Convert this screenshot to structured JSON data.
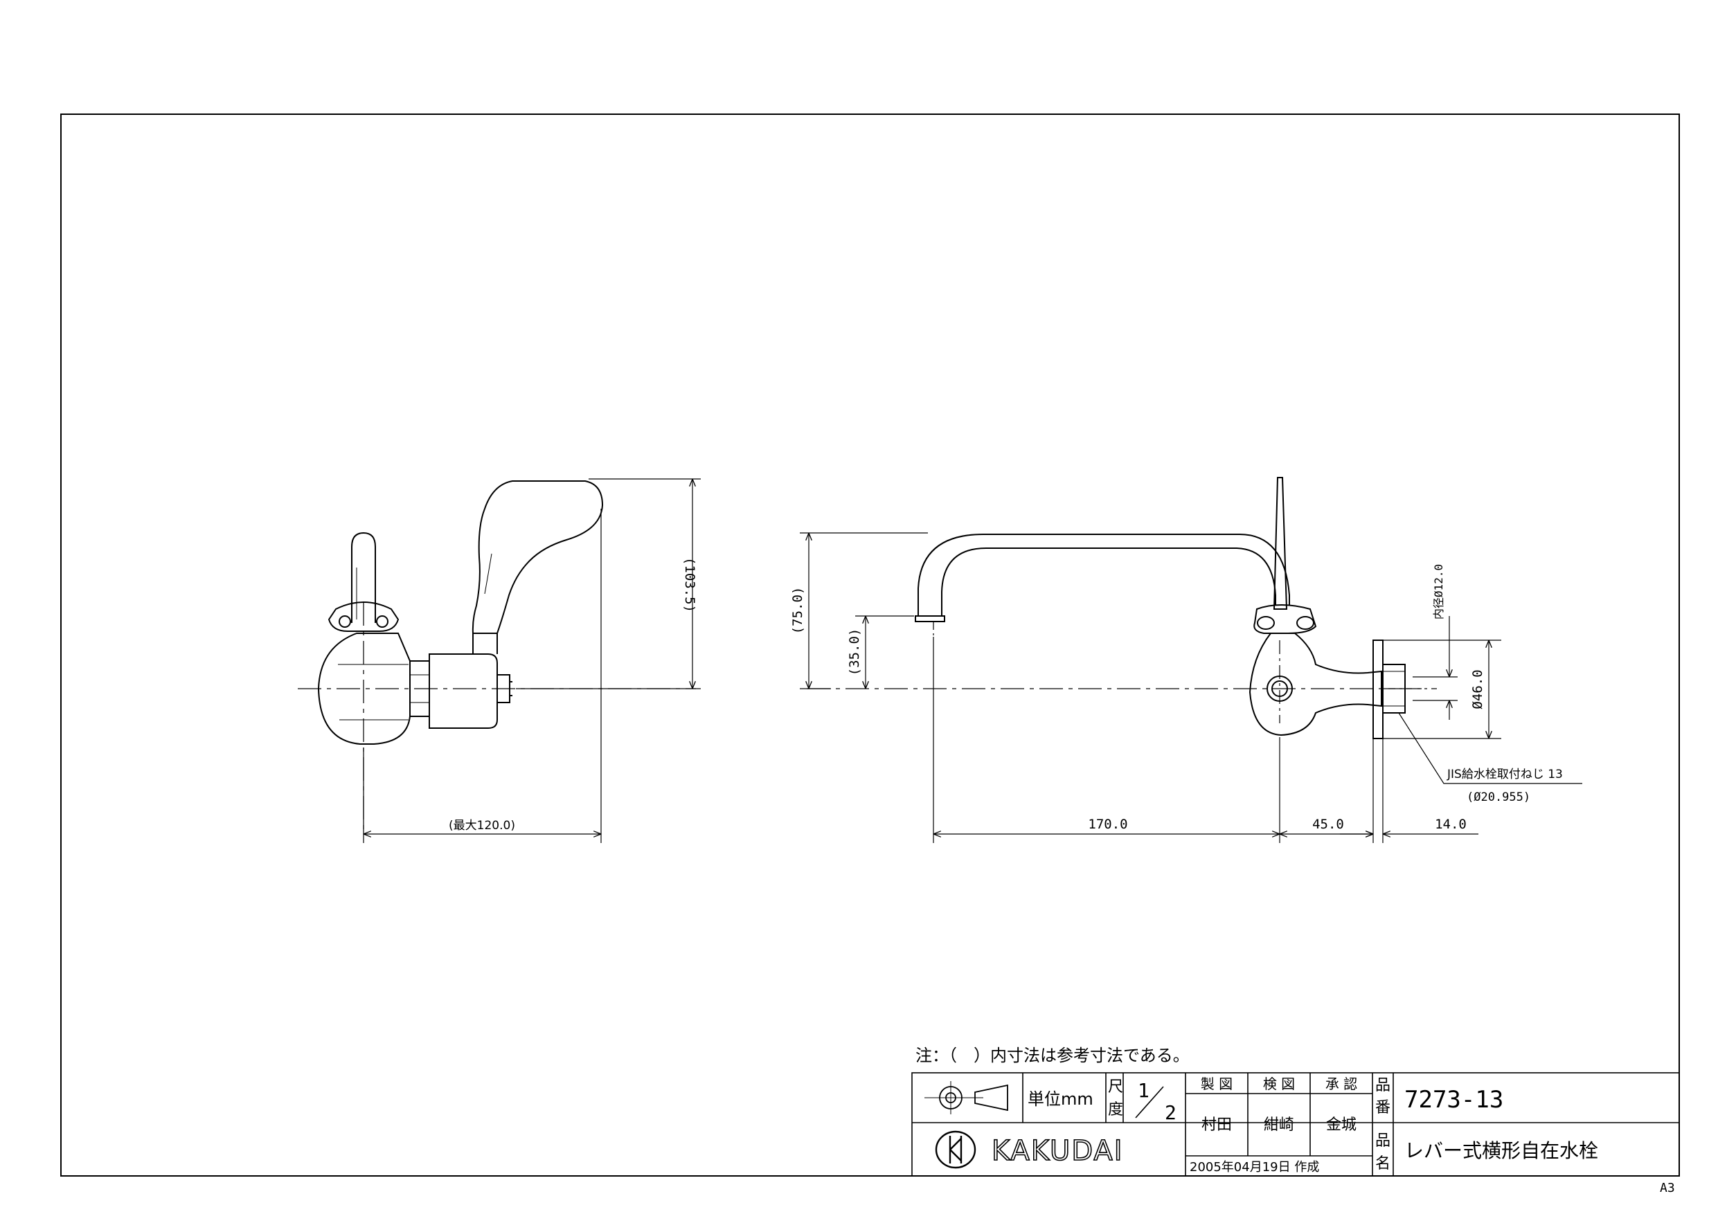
{
  "sheet_size": "A3",
  "left_view": {
    "dim_height": "(103.5)",
    "dim_width": "(最大120.0)"
  },
  "right_view": {
    "dim_spout_height": "(75.0)",
    "dim_outlet_height": "(35.0)",
    "dim_spout_length": "170.0",
    "dim_body": "45.0",
    "dim_flange": "14.0",
    "dim_inner_diameter": "内径Ø12.0",
    "dim_outer_diameter": "Ø46.0",
    "thread_label": "JIS給水栓取付ねじ 13",
    "thread_sub": "(Ø20.955)"
  },
  "note": "注：（　）内寸法は参考寸法である。",
  "title_block": {
    "unit_label": "単位mm",
    "scale_label_1": "尺",
    "scale_label_2": "度",
    "scale_num": "1",
    "scale_den": "2",
    "made_label": "製 図",
    "checked_label": "検 図",
    "approved_label": "承 認",
    "made_by": "村田",
    "checked_by": "紺崎",
    "approved_by": "金城",
    "date": "2005年04月19日 作成",
    "part_no_label_1": "品",
    "part_no_label_2": "番",
    "part_no": "7273-13",
    "name_label_1": "品",
    "name_label_2": "名",
    "product_name": "レバー式横形自在水栓",
    "brand": "KAKUDAI"
  }
}
